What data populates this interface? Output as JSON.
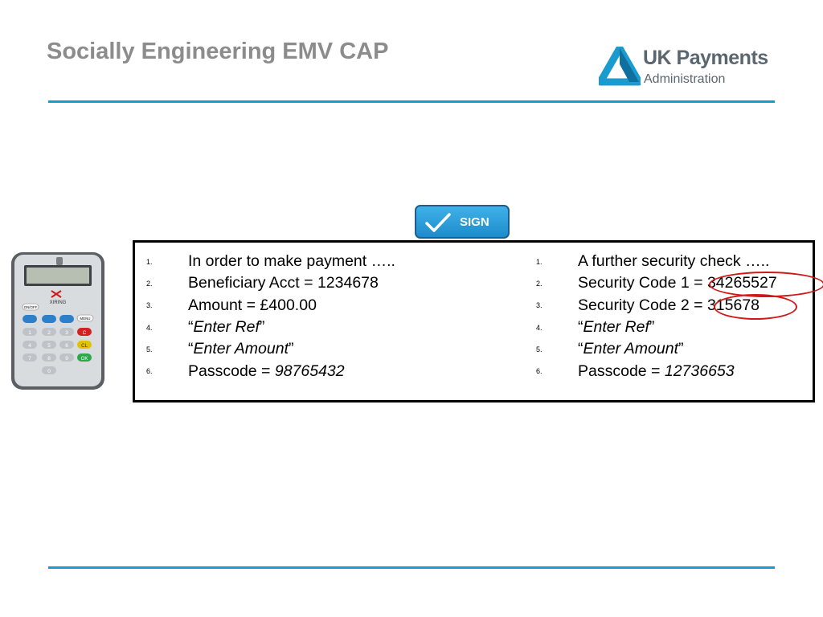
{
  "slide": {
    "title": "Socially Engineering EMV CAP"
  },
  "logo": {
    "name": "UK Payments",
    "subtitle": "Administration"
  },
  "sign_button": {
    "label": "SIGN"
  },
  "card_reader": {
    "brand": "XIRING",
    "keys": [
      "ON/OFF",
      "MENU",
      "1",
      "2",
      "3",
      "C",
      "4",
      "5",
      "6",
      "CL",
      "7",
      "8",
      "9",
      "OK",
      "0"
    ]
  },
  "left_steps": [
    {
      "num": "1.",
      "text": "In order to make payment ….."
    },
    {
      "num": "2.",
      "text": "Beneficiary Acct = 1234678"
    },
    {
      "num": "3.",
      "text": "Amount = £400.00"
    },
    {
      "num": "4.",
      "open": "“",
      "italic": "Enter Ref",
      "close": "”"
    },
    {
      "num": "5.",
      "open": "“",
      "italic": "Enter Amount",
      "close": "”"
    },
    {
      "num": "6.",
      "prefix": "Passcode = ",
      "italic": "98765432"
    }
  ],
  "right_steps": [
    {
      "num": "1.",
      "text": "A further security check ….."
    },
    {
      "num": "2.",
      "text": "Security Code 1 = 34265527"
    },
    {
      "num": "3.",
      "text": "Security Code 2 = 315678"
    },
    {
      "num": "4.",
      "open": "“",
      "italic": "Enter Ref",
      "close": "”"
    },
    {
      "num": "5.",
      "open": "“",
      "italic": "Enter Amount",
      "close": "”"
    },
    {
      "num": "6.",
      "prefix": "Passcode = ",
      "italic": "12736653"
    }
  ],
  "colors": {
    "title": "#8c8c8c",
    "rule": "#1a9bd0",
    "highlight_circle": "#d01818",
    "sign_button": "#2a9fdc"
  }
}
